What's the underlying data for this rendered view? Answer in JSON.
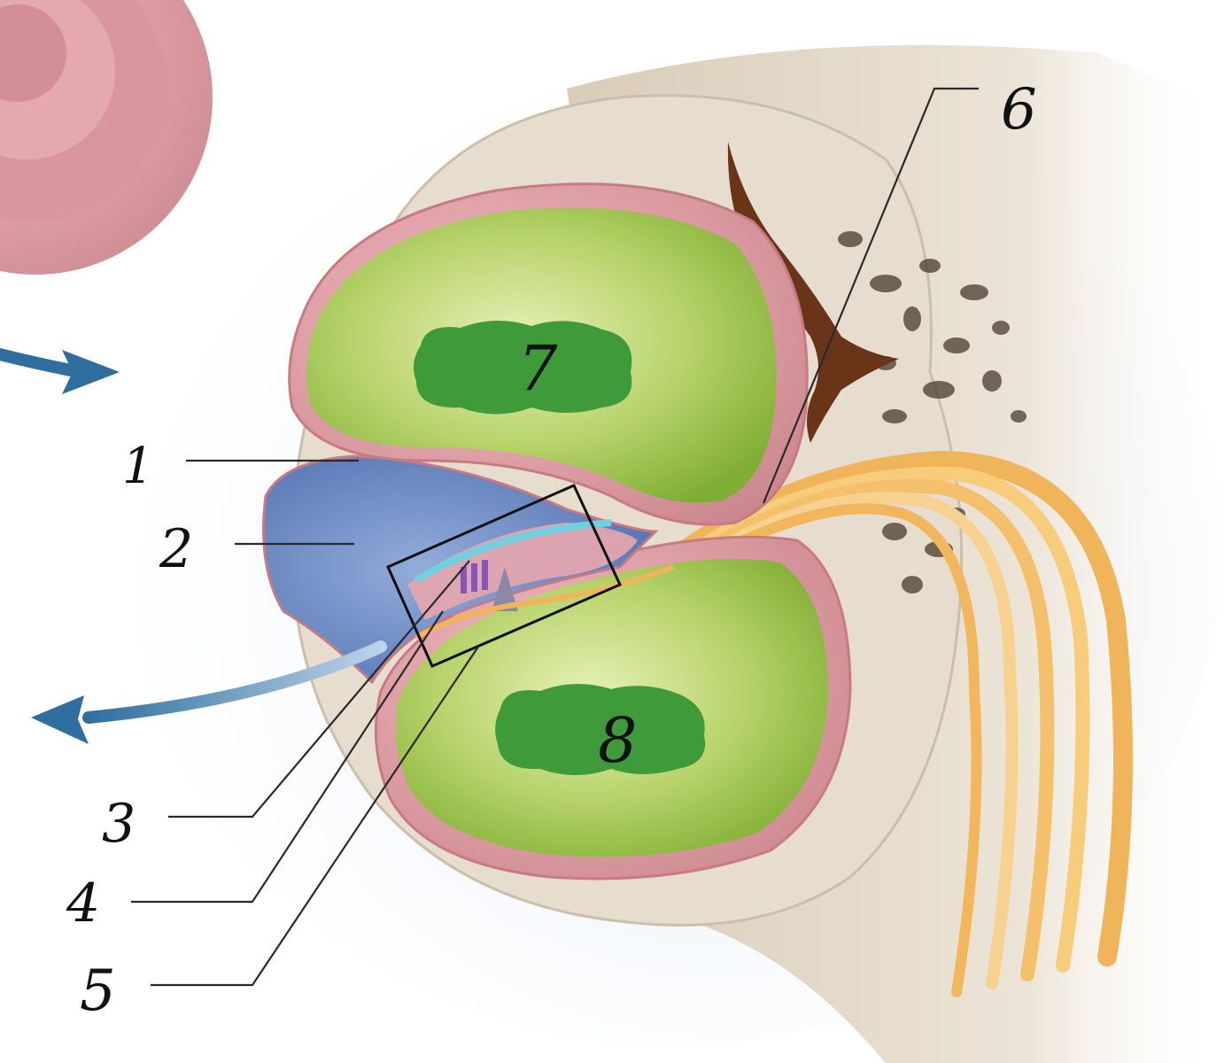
{
  "diagram": {
    "labels": [
      {
        "id": "1",
        "text": "1"
      },
      {
        "id": "2",
        "text": "2"
      },
      {
        "id": "3",
        "text": "3"
      },
      {
        "id": "4",
        "text": "4"
      },
      {
        "id": "5",
        "text": "5"
      },
      {
        "id": "6",
        "text": "6"
      },
      {
        "id": "7",
        "text": "7"
      },
      {
        "id": "8",
        "text": "8"
      }
    ],
    "colors": {
      "background_glow": "#c9d9ef",
      "bone": "#e3dacb",
      "bone_shadow": "#c8bba6",
      "membrane_pink": "#e7a6ad",
      "perilymph_green": "#8fbf3e",
      "label_patch_green": "#3f9a3a",
      "endolymph_blue": "#6f8fc9",
      "nerve_yellow": "#f5c36a",
      "arrow_blue": "#2f6f9f",
      "bone_pores": "#4a3a30",
      "vessel_brown": "#6a3418"
    }
  }
}
